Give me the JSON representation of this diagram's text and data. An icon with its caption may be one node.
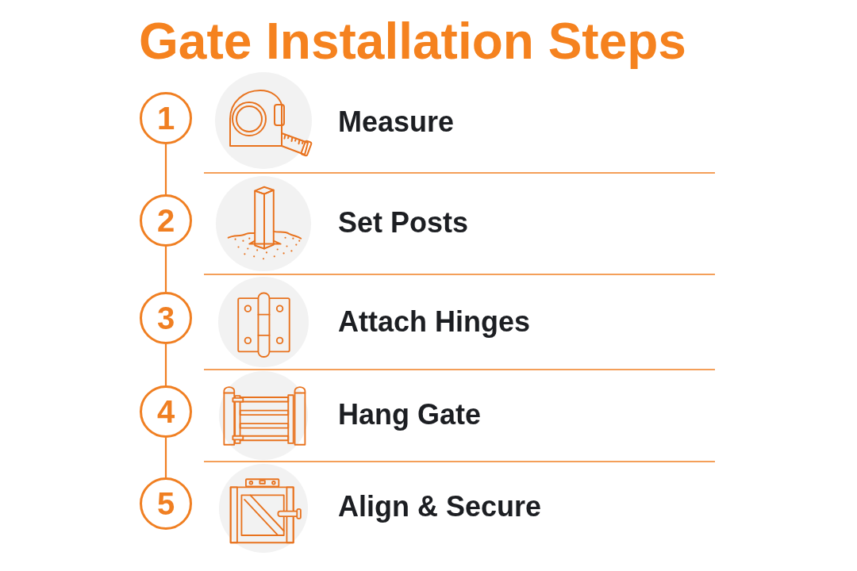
{
  "diagram": {
    "title": "Gate Installation Steps",
    "nodes": [
      {
        "text": [
          "1"
        ]
      },
      {
        "text": [
          "2"
        ]
      },
      {
        "text": [
          "3"
        ]
      },
      {
        "text": [
          "4"
        ]
      },
      {
        "text": [
          "5"
        ]
      }
    ],
    "edges": [
      {
        "from": 0,
        "to": 1,
        "arrow": "none"
      },
      {
        "from": 1,
        "to": 2,
        "arrow": "none"
      },
      {
        "from": 2,
        "to": 3,
        "arrow": "none"
      },
      {
        "from": 3,
        "to": 4,
        "arrow": "none"
      }
    ],
    "labels": [
      "Measure",
      "Set Posts",
      "Attach Hinges",
      "Hang Gate",
      "Align & Secure"
    ]
  }
}
